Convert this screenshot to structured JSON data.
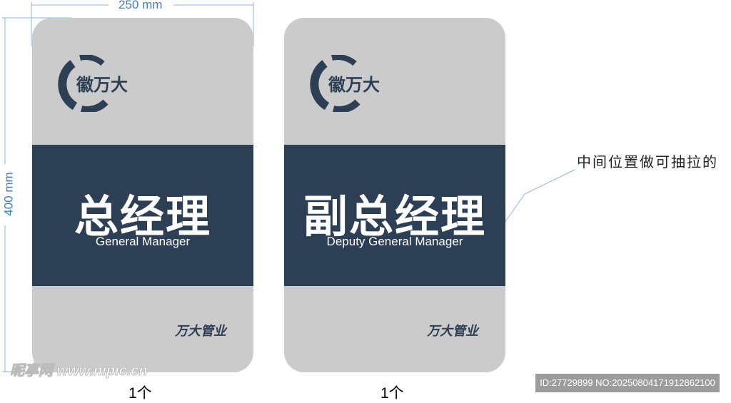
{
  "dimensions": {
    "width_label": "250 mm",
    "height_label": "400 mm"
  },
  "signs": [
    {
      "logo_text": "徽万大",
      "title": "总经理",
      "subtitle": "General Manager",
      "brand": "万大管业",
      "quantity": "1个"
    },
    {
      "logo_text": "徽万大",
      "title": "副总经理",
      "subtitle": "Deputy General Manager",
      "brand": "万大管业",
      "quantity": "1个"
    }
  ],
  "annotation": "中间位置做可抽拉的",
  "watermark": "昵享网 www.nipic.cn",
  "image_id": "ID:27729899 NO:20250804171912862100",
  "colors": {
    "panel": "#cbcbcb",
    "band": "#2c3f55",
    "dimension": "#3a7fd0"
  }
}
